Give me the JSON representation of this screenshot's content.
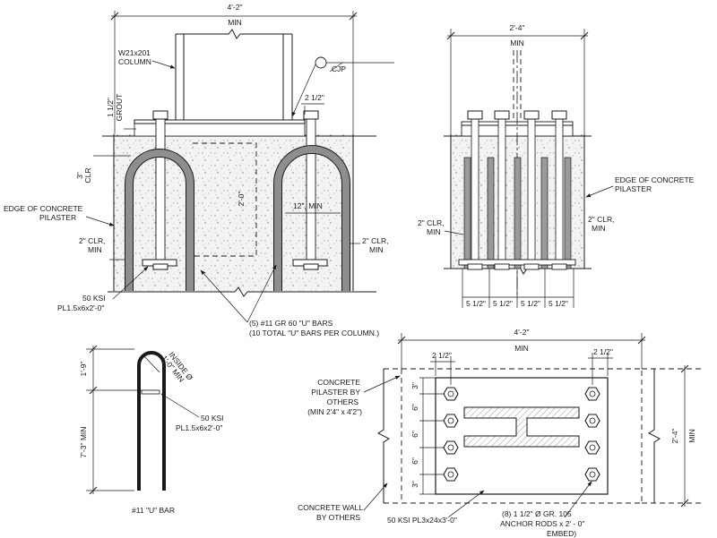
{
  "elevation": {
    "dim_width": "4'-2\"",
    "dim_min": "MIN",
    "column_label_1": "W21x201",
    "column_label_2": "COLUMN",
    "cjp": "CJP",
    "grout_1": "1 1/2\"",
    "grout_2": "GROUT",
    "edge_dim": "2 1/2\"",
    "clr_top_1": "3\"",
    "clr_top_2": "CLR",
    "embed_dim": "2'-0\"",
    "spacing_min": "12\", MIN",
    "edge_conc_1": "EDGE OF CONCRETE",
    "edge_conc_2": "PILASTER",
    "clr_left_1": "2\" CLR,",
    "clr_left_2": "MIN",
    "clr_right_1": "2\" CLR,",
    "clr_right_2": "MIN",
    "plate_1": "50 KSI",
    "plate_2": "PL1.5x6x2'-0\"",
    "ubars_1": "(5) #11 GR 60 \"U\" BARS",
    "ubars_2": "(10 TOTAL \"U\" BARS PER COLUMN.)"
  },
  "side": {
    "dim_width": "2'-4\"",
    "dim_min": "MIN",
    "edge_conc_1": "EDGE OF CONCRETE",
    "edge_conc_2": "PILASTER",
    "clr_left_1": "2\" CLR,",
    "clr_left_2": "MIN",
    "clr_right_1": "2\" CLR,",
    "clr_right_2": "MIN",
    "spacings": [
      "5 1/2\"",
      "5 1/2\"",
      "5 1/2\"",
      "5 1/2\""
    ]
  },
  "ubar": {
    "dim_top": "1'-9\"",
    "dim_bottom": "7'-3\" MIN",
    "bend_1": "1'-0\" MIN",
    "bend_2": "INSIDE Ø",
    "plate_1": "50 KSI",
    "plate_2": "PL1.5x6x2'-0\"",
    "title": "#11 \"U\" BAR"
  },
  "plan": {
    "dim_width": "4'-2\"",
    "dim_min": "MIN",
    "edge_left": "2 1/2\"",
    "edge_right": "2 1/2\"",
    "dim_height": "2'-4\"",
    "dim_height_min": "MIN",
    "pilaster_1": "CONCRETE",
    "pilaster_2": "PILASTER BY",
    "pilaster_3": "OTHERS",
    "pilaster_4": "(MIN 2'4\" x 4'2\")",
    "row_dims": [
      "3\"",
      "6\"",
      "6\"",
      "6\"",
      "3\""
    ],
    "wall_1": "CONCRETE WALL",
    "wall_2": "BY OTHERS",
    "baseplate": "50 KSI PL3x24x3'-0\"",
    "rods_1": "(8) 1 1/2\" Ø GR. 105",
    "rods_2": "ANCHOR RODS x 2' - 0\"",
    "rods_3": "EMBED)"
  }
}
